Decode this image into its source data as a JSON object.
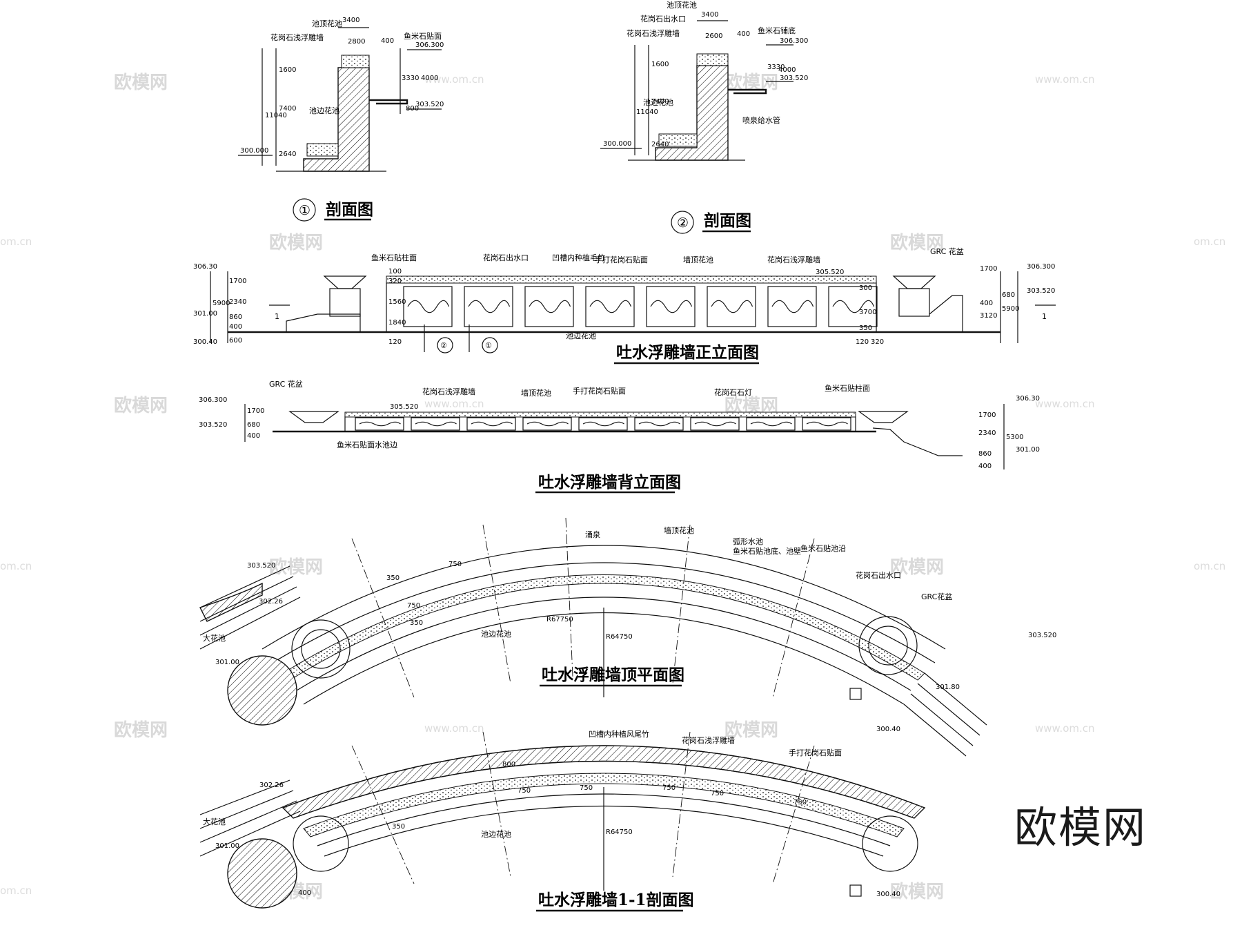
{
  "watermark": {
    "cn": "欧模网",
    "url": "www.om.cn",
    "tile": "om.cn"
  },
  "brand": "欧模网",
  "section1": {
    "num": "①",
    "title": "剖面图",
    "labels": [
      "池顶花池",
      "花岗石浅浮雕墙",
      "鱼米石贴面",
      "池边花池"
    ],
    "elev": [
      "306.300",
      "303.520",
      "300.000"
    ],
    "dims": [
      "3400",
      "2800",
      "400",
      "1600",
      "7400",
      "2640",
      "11040",
      "3330",
      "4000",
      "800"
    ]
  },
  "section2": {
    "num": "②",
    "title": "剖面图",
    "labels": [
      "池顶花池",
      "花岗石出水口",
      "花岗石浅浮雕墙",
      "鱼米石铺底",
      "池边花池",
      "喷泉给水管"
    ],
    "elev": [
      "306.300",
      "303.520",
      "300.000"
    ],
    "dims": [
      "3400",
      "2600",
      "400",
      "1600",
      "7400",
      "2640",
      "11040",
      "3330",
      "4000"
    ]
  },
  "front": {
    "title": "吐水浮雕墙正立面图",
    "labels": [
      "鱼米石贴柱面",
      "花岗石出水口",
      "凹槽内种植毛竹",
      "手打花岗石贴面",
      "墙顶花池",
      "花岗石浅浮雕墙",
      "GRC 花盆",
      "池边花池"
    ],
    "elev": [
      "306.30",
      "301.00",
      "300.40",
      "305.520",
      "306.300",
      "303.520"
    ],
    "dims_left": [
      "1700",
      "5900",
      "2340",
      "860",
      "400",
      "600"
    ],
    "dims_right": [
      "1700",
      "680",
      "400",
      "3120",
      "5900"
    ],
    "small": [
      "120",
      "100",
      "320",
      "1560",
      "1840",
      "300",
      "3700",
      "350",
      "120",
      "320"
    ],
    "markers": [
      "1",
      "1",
      "②",
      "①"
    ]
  },
  "back": {
    "title": "吐水浮雕墙背立面图",
    "labels": [
      "GRC 花盆",
      "花岗石浅浮雕墙",
      "墙顶花池",
      "手打花岗石贴面",
      "花岗石石灯",
      "鱼米石贴柱面",
      "鱼米石贴面水池边"
    ],
    "elev": [
      "306.300",
      "303.520",
      "305.520",
      "306.30",
      "301.00"
    ],
    "dims_left": [
      "1700",
      "680",
      "400"
    ],
    "dims_right": [
      "1700",
      "2340",
      "5300",
      "860",
      "400"
    ]
  },
  "plan": {
    "title": "吐水浮雕墙顶平面图",
    "labels": [
      "涌泉",
      "墙顶花池",
      "弧形水池",
      "鱼米石贴池底、池壁",
      "鱼米石贴池沿",
      "花岗石出水口",
      "GRC花盆",
      "池边花池",
      "大花池"
    ],
    "elev": [
      "303.520",
      "302.26",
      "301.00",
      "303.520",
      "301.80",
      "300.40"
    ],
    "dims": [
      "750",
      "350",
      "750",
      "350",
      "R67750",
      "R64750"
    ]
  },
  "sec11": {
    "title": "吐水浮雕墙1-1剖面图",
    "labels": [
      "凹槽内种植风尾竹",
      "花岗石浅浮雕墙",
      "手打花岗石贴面",
      "池边花池",
      "大花池"
    ],
    "elev": [
      "302.26",
      "301.00",
      "300.40"
    ],
    "dims": [
      "800",
      "750",
      "750",
      "750",
      "750",
      "750",
      "350",
      "400",
      "R64750"
    ]
  }
}
